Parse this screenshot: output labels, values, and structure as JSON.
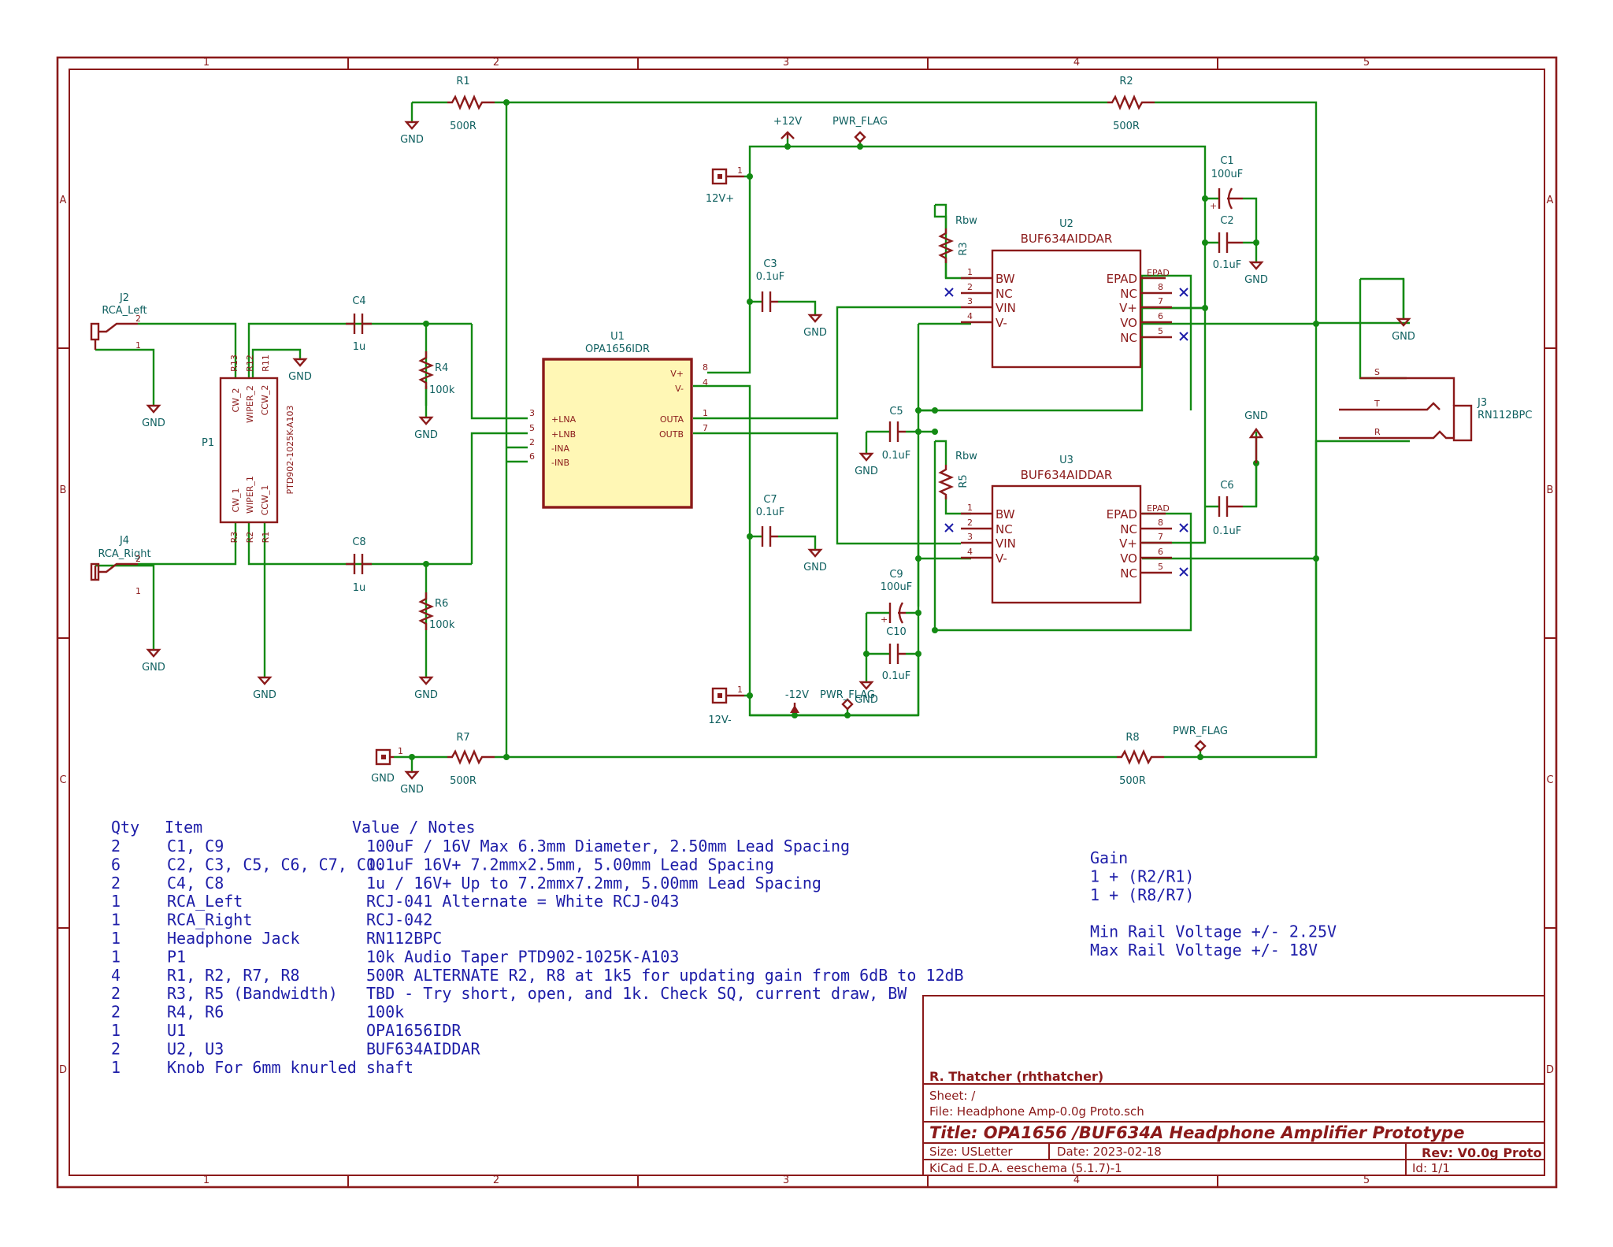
{
  "border": {
    "cols": [
      "1",
      "2",
      "3",
      "4",
      "5"
    ],
    "rows": [
      "A",
      "B",
      "C",
      "D"
    ]
  },
  "labels": {
    "gnd": "GND",
    "pwr_flag": "PWR_FLAG",
    "p12v": "+12V",
    "m12v": "-12V",
    "conn_12vp": "12V+",
    "conn_12vm": "12V-",
    "conn_gnd": "GND"
  },
  "components": {
    "R1": {
      "ref": "R1",
      "value": "500R"
    },
    "R2": {
      "ref": "R2",
      "value": "500R"
    },
    "R3": {
      "ref": "R3",
      "value": "Rbw"
    },
    "R4": {
      "ref": "R4",
      "value": "100k"
    },
    "R5": {
      "ref": "R5",
      "value": "Rbw"
    },
    "R6": {
      "ref": "R6",
      "value": "100k"
    },
    "R7": {
      "ref": "R7",
      "value": "500R"
    },
    "R8": {
      "ref": "R8",
      "value": "500R"
    },
    "C1": {
      "ref": "C1",
      "value": "100uF"
    },
    "C2": {
      "ref": "C2",
      "value": "0.1uF"
    },
    "C3": {
      "ref": "C3",
      "value": "0.1uF"
    },
    "C4": {
      "ref": "C4",
      "value": "1u"
    },
    "C5": {
      "ref": "C5",
      "value": "0.1uF"
    },
    "C6": {
      "ref": "C6",
      "value": "0.1uF"
    },
    "C7": {
      "ref": "C7",
      "value": "0.1uF"
    },
    "C8": {
      "ref": "C8",
      "value": "1u"
    },
    "C9": {
      "ref": "C9",
      "value": "100uF"
    },
    "C10": {
      "ref": "C10",
      "value": "0.1uF"
    },
    "J2": {
      "ref": "J2",
      "value": "RCA_Left"
    },
    "J4": {
      "ref": "J4",
      "value": "RCA_Right"
    },
    "J3": {
      "ref": "J3",
      "value": "RN112BPC"
    },
    "P1": {
      "ref": "P1",
      "value": "PTD902-1025K-A103"
    },
    "U1": {
      "ref": "U1",
      "value": "OPA1656IDR"
    },
    "U2": {
      "ref": "U2",
      "value": "BUF634AIDDAR"
    },
    "U3": {
      "ref": "U3",
      "value": "BUF634AIDDAR"
    }
  },
  "pins": {
    "u1_left": [
      "+LNA",
      "+LNB",
      "-INA",
      "-INB"
    ],
    "u1_left_nums": [
      "3",
      "5",
      "2",
      "6"
    ],
    "u1_right": [
      "V+",
      "V-",
      "OUTA",
      "OUTB"
    ],
    "u1_right_nums": [
      "8",
      "4",
      "1",
      "7"
    ],
    "buf_left": [
      "BW",
      "NC",
      "VIN",
      "V-"
    ],
    "buf_left_nums": [
      "1",
      "2",
      "3",
      "4"
    ],
    "buf_right": [
      "EPAD",
      "NC",
      "V+",
      "VO",
      "NC"
    ],
    "buf_right_nums": [
      "8",
      "7",
      "6",
      "5"
    ],
    "buf_epad": "EPAD",
    "p1_top": [
      "R13",
      "R12",
      "R11"
    ],
    "p1_bot": [
      "R3",
      "R2",
      "R1"
    ],
    "p1_inner_top": [
      "CW_2",
      "WIPER_2",
      "CCW_2"
    ],
    "p1_inner_bot": [
      "CW_1",
      "WIPER_1",
      "CCW_1"
    ],
    "jack_pins": [
      "S",
      "T",
      "R"
    ],
    "rca_pins": [
      "2",
      "1"
    ],
    "conn_pin": "1"
  },
  "bom": {
    "header": [
      "Qty",
      "Item",
      "Value / Notes"
    ],
    "rows": [
      [
        "2",
        "C1, C9",
        "100uF / 16V   Max 6.3mm Diameter, 2.50mm Lead Spacing"
      ],
      [
        "6",
        "C2, C3, C5, C6, C7, C10",
        "0.1uF 16V+  7.2mmx2.5mm, 5.00mm Lead Spacing"
      ],
      [
        "2",
        "C4, C8",
        "1u / 16V+ Up to 7.2mmx7.2mm, 5.00mm Lead Spacing"
      ],
      [
        "1",
        "RCA_Left",
        "RCJ-041 Alternate = White RCJ-043"
      ],
      [
        "1",
        "RCA_Right",
        "RCJ-042"
      ],
      [
        "1",
        "Headphone Jack",
        "RN112BPC"
      ],
      [
        "1",
        "P1",
        "10k Audio Taper  PTD902-1025K-A103"
      ],
      [
        "4",
        "R1, R2, R7, R8",
        "500R  ALTERNATE R2, R8 at 1k5 for updating gain from 6dB to 12dB"
      ],
      [
        "2",
        "R3, R5 (Bandwidth)",
        "TBD - Try short, open, and 1k.  Check SQ, current draw, BW"
      ],
      [
        "2",
        "R4, R6",
        "100k"
      ],
      [
        "1",
        "U1",
        "OPA1656IDR"
      ],
      [
        "2",
        "U2, U3",
        "BUF634AIDDAR"
      ],
      [
        "1",
        "Knob For 6mm knurled shaft",
        ""
      ]
    ]
  },
  "notes": {
    "lines": [
      "Gain",
      "1 + (R2/R1)",
      "1 + (R8/R7)",
      "",
      "Min Rail Voltage +/- 2.25V",
      "Max Rail Voltage +/- 18V"
    ]
  },
  "title_block": {
    "author": "R. Thatcher (rhthatcher)",
    "sheet": "Sheet: /",
    "file": "File: Headphone Amp-0.0g Proto.sch",
    "title": "Title: OPA1656 /BUF634A Headphone Amplifier Prototype",
    "size": "Size: USLetter",
    "date": "Date: 2023-02-18",
    "rev": "Rev: V0.0g Proto",
    "tool": "KiCad E.D.A.  eeschema (5.1.7)-1",
    "id": "Id: 1/1"
  },
  "colors": {
    "frame": "#8b1a1a",
    "wire": "#138a13",
    "text_ref": "#0e5f5f",
    "notes": "#1d1da8",
    "ic_fill": "#fff7b5"
  }
}
